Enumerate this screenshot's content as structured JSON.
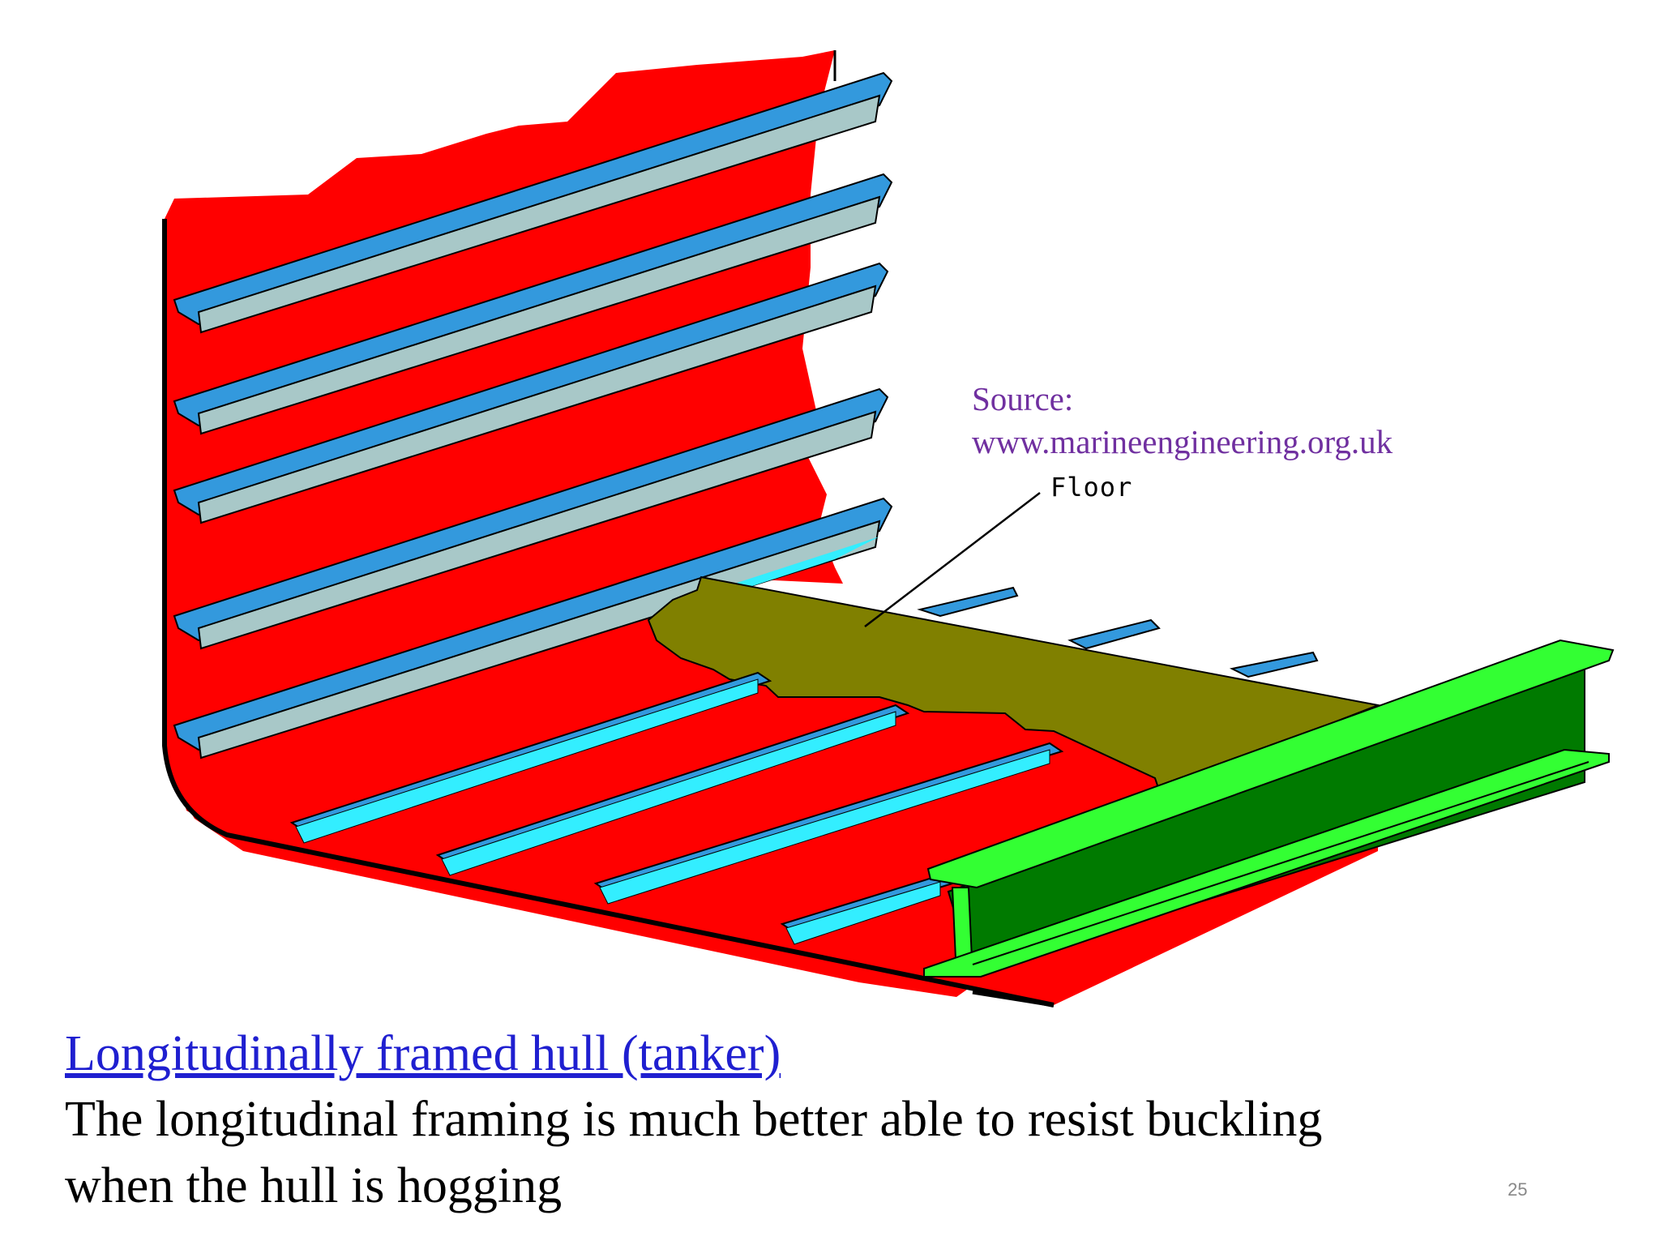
{
  "diagram": {
    "source_line1": "Source:",
    "source_line2": "www.marineengineering.org.uk",
    "floor_label": "Floor"
  },
  "slide": {
    "title": "Longitudinally framed hull (tanker)",
    "body_line1": "The longitudinal framing is much better able to resist buckling",
    "body_line2": "when the hull is hogging",
    "page_number": "25"
  },
  "colors": {
    "hull_plating": "#ff0000",
    "stiffener_face": "#3399dd",
    "stiffener_web": "#a8c8c8",
    "bottom_stiffener_web": "#33eeff",
    "floor": "#808000",
    "girder_flange": "#33ff33",
    "girder_web": "#007a00",
    "source_text": "#7030a0",
    "link": "#1f1fd0"
  }
}
